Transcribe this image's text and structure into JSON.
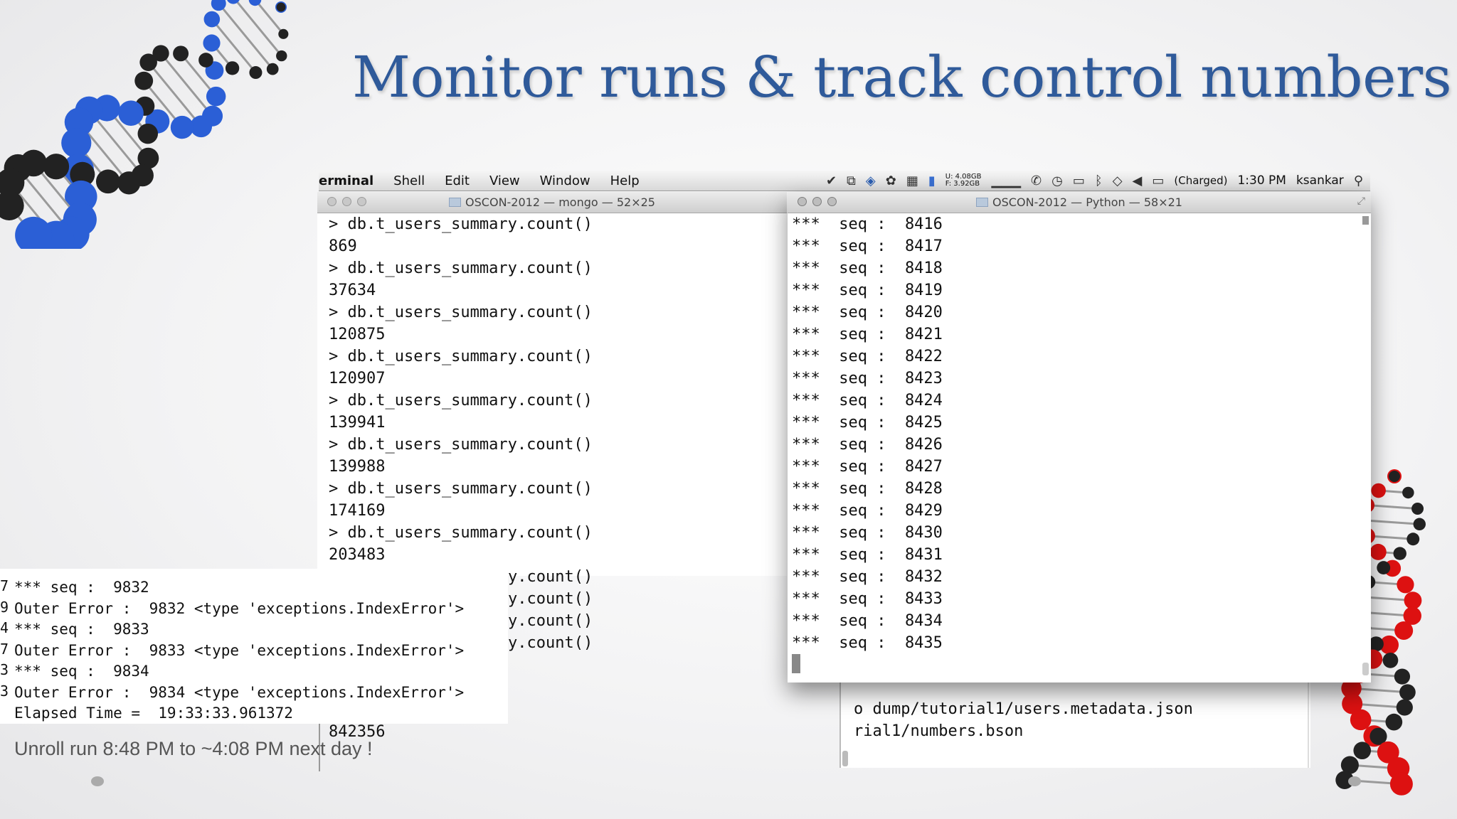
{
  "slide": {
    "title": "Monitor runs & track control numbers",
    "caption": "Unroll run 8:48 PM to ~4:08 PM next day !"
  },
  "menubar": {
    "app": "erminal",
    "menus": [
      "Shell",
      "Edit",
      "View",
      "Window",
      "Help"
    ],
    "mem_used": "U: 4.08GB",
    "mem_free": "F: 3.92GB",
    "battery": "(Charged)",
    "time": "1:30 PM",
    "user": "ksankar"
  },
  "mongo_window": {
    "title": "OSCON-2012 — mongo — 52×25",
    "lines": [
      "> db.t_users_summary.count()",
      "869",
      "> db.t_users_summary.count()",
      "37634",
      "> db.t_users_summary.count()",
      "120875",
      "> db.t_users_summary.count()",
      "120907",
      "> db.t_users_summary.count()",
      "139941",
      "> db.t_users_summary.count()",
      "139988",
      "> db.t_users_summary.count()",
      "174169",
      "> db.t_users_summary.count()",
      "203483"
    ],
    "hidden_lines": [
      "y.count()",
      "y.count()",
      "y.count()",
      "y.count()"
    ],
    "last_value": "842356"
  },
  "python_window": {
    "title": "OSCON-2012 — Python — 58×21",
    "lines": [
      "***  seq :  8416",
      "***  seq :  8417",
      "***  seq :  8418",
      "***  seq :  8419",
      "***  seq :  8420",
      "***  seq :  8421",
      "***  seq :  8422",
      "***  seq :  8423",
      "***  seq :  8424",
      "***  seq :  8425",
      "***  seq :  8426",
      "***  seq :  8427",
      "***  seq :  8428",
      "***  seq :  8429",
      "***  seq :  8430",
      "***  seq :  8431",
      "***  seq :  8432",
      "***  seq :  8433",
      "***  seq :  8434",
      "***  seq :  8435"
    ]
  },
  "error_window": {
    "gutter": [
      "7",
      "9",
      "4",
      "7",
      "3",
      "3"
    ],
    "lines": [
      "*** seq :  9832",
      "Outer Error :  9832 <type 'exceptions.IndexError'>",
      "*** seq :  9833",
      "Outer Error :  9833 <type 'exceptions.IndexError'>",
      "*** seq :  9834",
      "Outer Error :  9834 <type 'exceptions.IndexError'>",
      "Elapsed Time =  19:33:33.961372"
    ]
  },
  "back_window": {
    "lines": [
      "o dump/tutorial1/users.metadata.json",
      "rial1/numbers.bson"
    ]
  }
}
